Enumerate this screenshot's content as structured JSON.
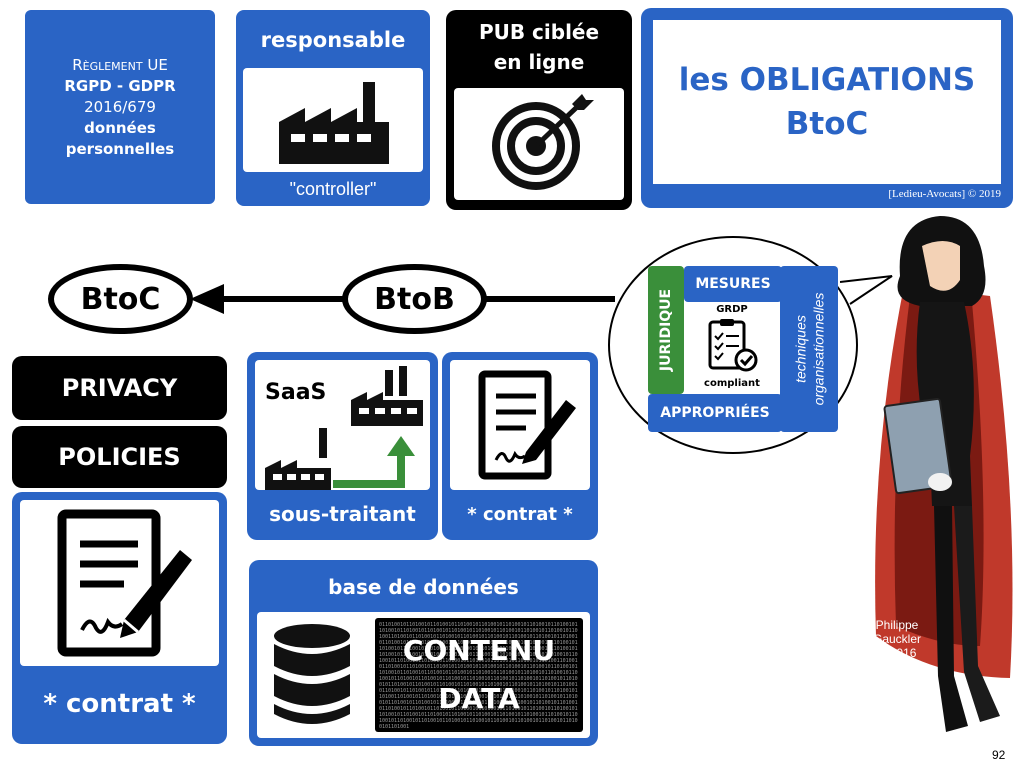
{
  "reglement": {
    "line1": "Règlement UE",
    "line2": "RGPD - GDPR",
    "line3": "2016/679",
    "line4": "données",
    "line5": "personnelles"
  },
  "responsable": {
    "title": "responsable",
    "subtitle": "\"controller\"",
    "icon": "factory-icon"
  },
  "pub": {
    "line1": "PUB ciblée",
    "line2": "en ligne",
    "icon": "target-icon"
  },
  "obligations": {
    "line1": "les OBLIGATIONS",
    "line2": "BtoC",
    "credit": "[Ledieu-Avocats] © 2019"
  },
  "flow": {
    "btoc": "BtoC",
    "btob": "BtoB"
  },
  "bubble": {
    "juridique": "JURIDIQUE",
    "mesures": "MESURES",
    "appropriees": "APPROPRIÉES",
    "techniques": "techniques",
    "organisationnelles": "organisationnelles",
    "grdp": "GRDP",
    "compliant": "compliant"
  },
  "privacy": {
    "line1": "PRIVACY",
    "line2": "POLICIES",
    "contrat": "* contrat *"
  },
  "saas": {
    "label": "SaaS",
    "soustraitant": "sous-traitant"
  },
  "contrat2": {
    "label": "* contrat *"
  },
  "bdd": {
    "title": "base de données",
    "line1": "CONTENU",
    "line2": "DATA"
  },
  "artist": {
    "line1": "Philippe",
    "line2": "Gauckler",
    "line3": "© 2016"
  },
  "page_number": "92",
  "colors": {
    "blue": "#2a64c5",
    "green": "#3a8f3a",
    "black": "#000000"
  }
}
